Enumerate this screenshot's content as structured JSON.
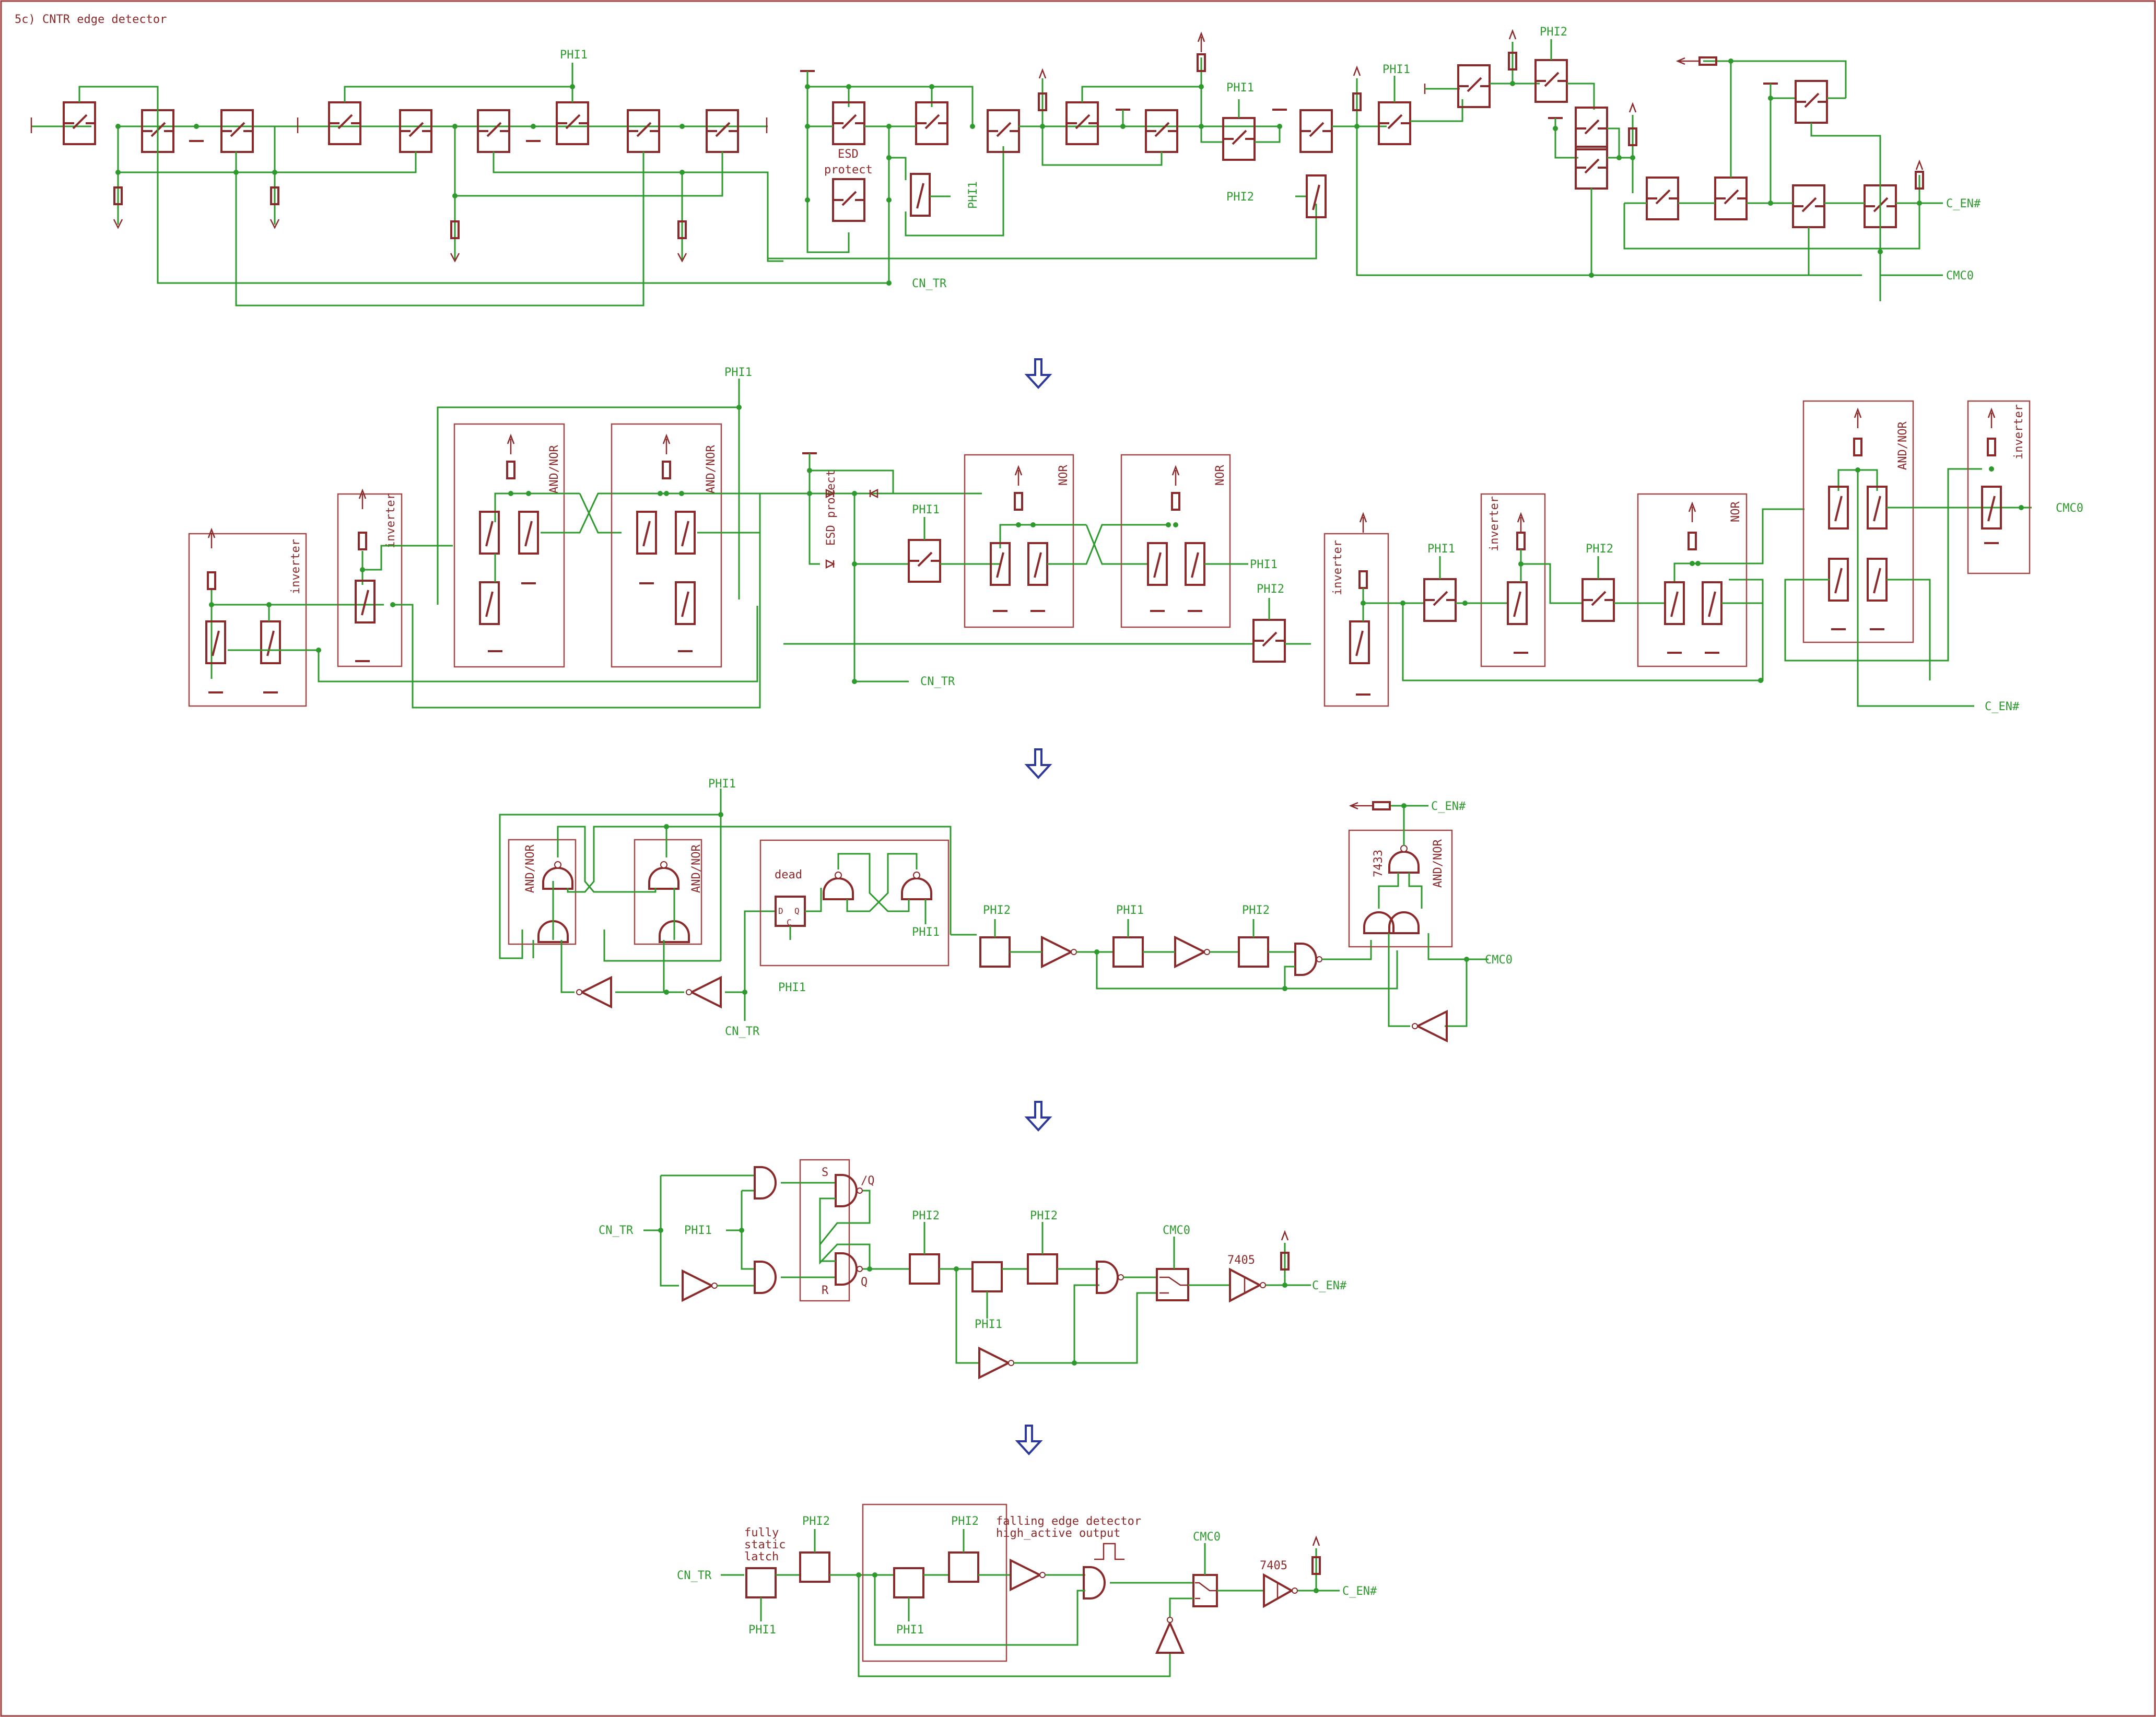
{
  "title": "5c) CNTR edge detector",
  "colors": {
    "wire": "#2e9a2e",
    "component": "#8b2a2a",
    "arrow": "#2e3a9a",
    "frame": "#a04040"
  },
  "section1": {
    "phi1_a": "PHI1",
    "esd_line1": "ESD",
    "esd_line2": "protect",
    "phi1_b": "PHI1",
    "phi1_c": "PHI1",
    "phi2_a": "PHI2",
    "cn_tr": "CN_TR",
    "phi1_d": "PHI1",
    "phi2_b": "PHI2",
    "c_en": "C_EN#",
    "cmc0": "CMC0"
  },
  "section2": {
    "phi1_top": "PHI1",
    "inverter_1": "inverter",
    "inverter_2": "inverter",
    "andnor_1": "AND/NOR",
    "andnor_2": "AND/NOR",
    "esd": "ESD protect",
    "phi1_a": "PHI1",
    "nor_1": "NOR",
    "nor_2": "NOR",
    "phi1_out": "PHI1",
    "phi2_a": "PHI2",
    "cn_tr": "CN_TR",
    "inverter_3": "inverter",
    "phi1_b": "PHI1",
    "inverter_4": "inverter",
    "phi2_b": "PHI2",
    "nor_3": "NOR",
    "andnor_3": "AND/NOR",
    "inverter_5": "inverter",
    "cmc0": "CMC0",
    "c_en": "C_EN#"
  },
  "section3": {
    "phi1_top": "PHI1",
    "andnor_1": "AND/NOR",
    "andnor_2": "AND/NOR",
    "dead": "dead",
    "ff_d": "D",
    "ff_q": "Q",
    "ff_c": "C",
    "phi1_ff": "PHI1",
    "phi1_dead": "PHI1",
    "cn_tr": "CN_TR",
    "phi2_a": "PHI2",
    "phi1_b": "PHI1",
    "phi2_b": "PHI2",
    "chip_7433": "7433",
    "andnor_3": "AND/NOR",
    "c_en": "C_EN#",
    "cmc0": "CMC0"
  },
  "section4": {
    "cn_tr": "CN_TR",
    "phi1": "PHI1",
    "s": "S",
    "nq": "/Q",
    "r": "R",
    "q": "Q",
    "phi2_a": "PHI2",
    "phi2_b": "PHI2",
    "phi1_b": "PHI1",
    "cmc0": "CMC0",
    "chip_7405": "7405",
    "c_en": "C_EN#"
  },
  "section5": {
    "cn_tr": "CN_TR",
    "latch_1": "fully",
    "latch_2": "static",
    "latch_3": "latch",
    "phi1_a": "PHI1",
    "phi2_a": "PHI2",
    "phi2_b": "PHI2",
    "phi1_b": "PHI1",
    "fed_1": "falling edge detector",
    "fed_2": "high_active output",
    "cmc0": "CMC0",
    "chip_7405": "7405",
    "c_en": "C_EN#"
  }
}
